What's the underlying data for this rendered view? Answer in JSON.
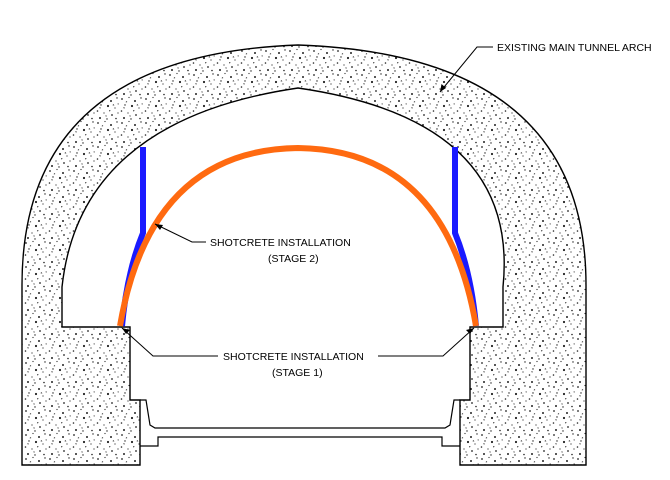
{
  "labels": {
    "existing_arch": "EXISTING MAIN TUNNEL ARCH",
    "stage2_line1": "SHOTCRETE INSTALLATION",
    "stage2_line2": "(STAGE 2)",
    "stage1_line1": "SHOTCRETE INSTALLATION",
    "stage1_line2": "(STAGE 1)"
  },
  "colors": {
    "stage1_shotcrete": "#1a1aff",
    "stage2_shotcrete": "#ff6a10",
    "concrete_outline": "#000000"
  }
}
